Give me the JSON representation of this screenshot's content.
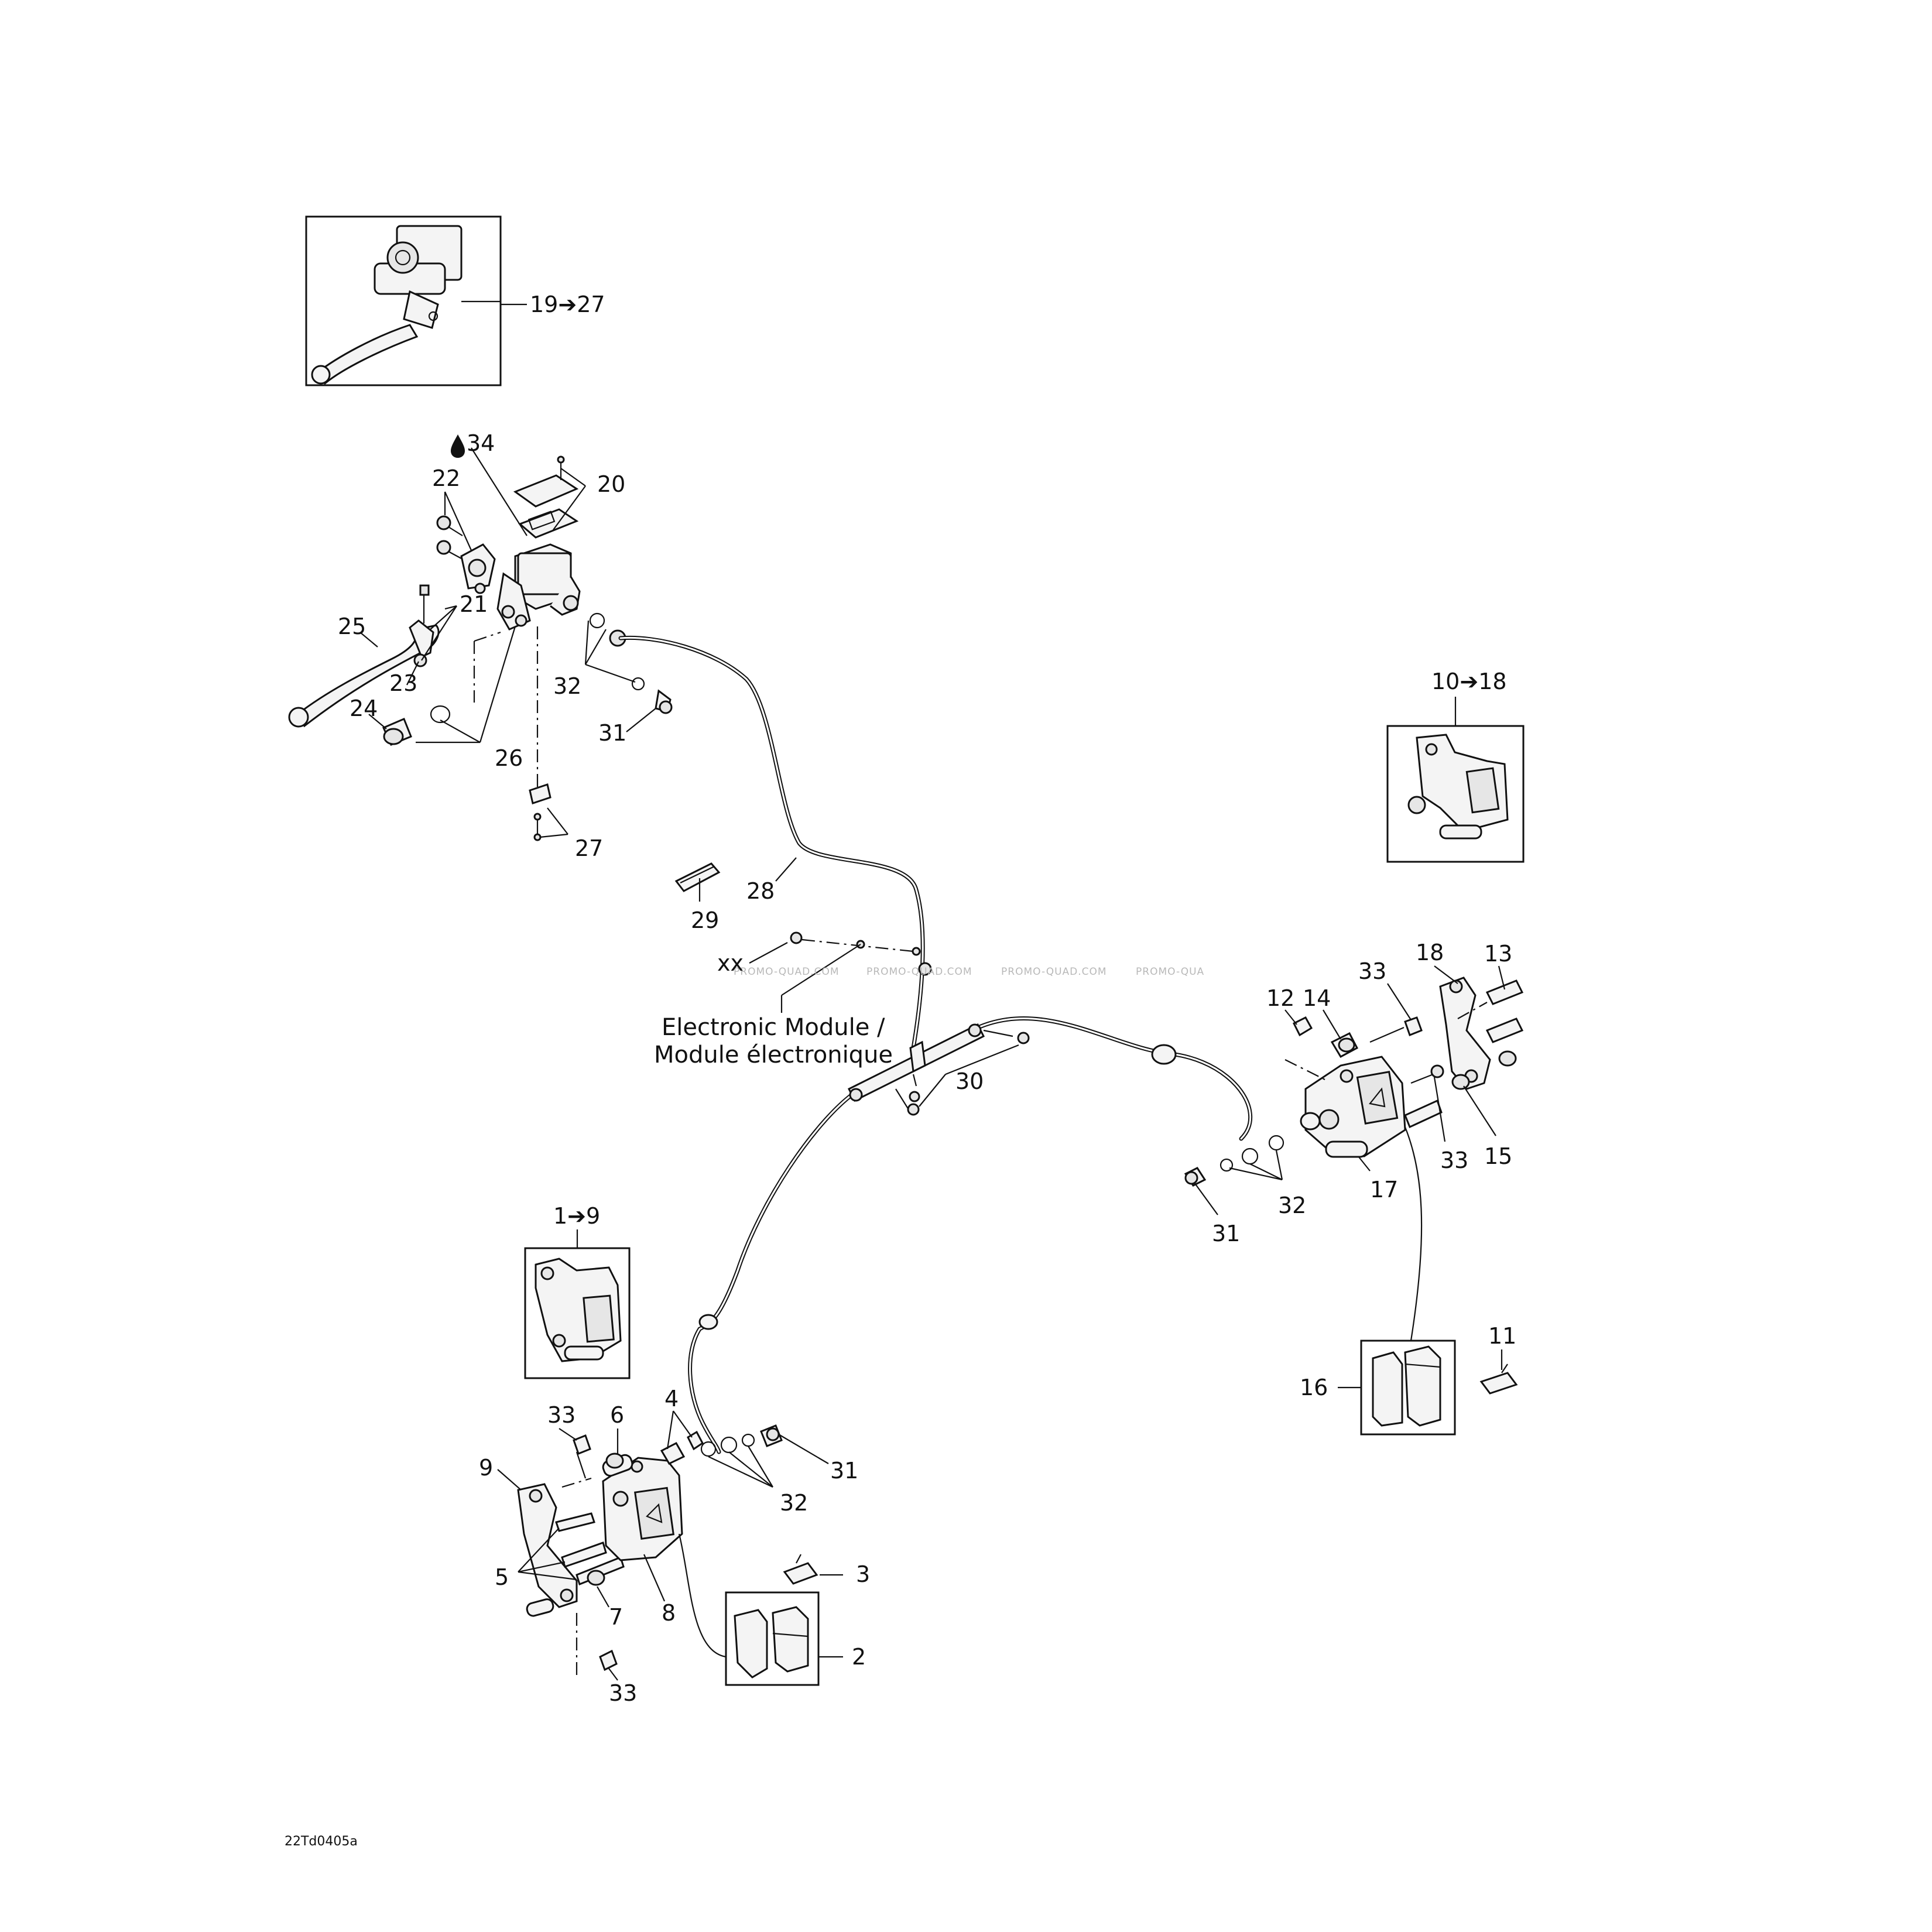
{
  "diagram": {
    "image_code": "22Td0405a",
    "watermarks": [
      "PROMO-QUAD.COM",
      "PROMO-QUAD.COM",
      "PROMO-QUAD.COM",
      "PROMO-QUA"
    ],
    "electronic_module_line1": "Electronic Module /",
    "electronic_module_line2": "Module électronique",
    "callout_xx": "xx",
    "callouts": {
      "c19_27": "19➔27",
      "c34": "34",
      "c22": "22",
      "c20": "20",
      "c21": "21",
      "c25": "25",
      "c23": "23",
      "c24": "24",
      "c26": "26",
      "c32a": "32",
      "c31a": "31",
      "c27": "27",
      "c28": "28",
      "c29": "29",
      "c10_18": "10➔18",
      "c18": "18",
      "c33a": "33",
      "c13": "13",
      "c12": "12",
      "c14": "14",
      "c30": "30",
      "c33b": "33",
      "c15": "15",
      "c17": "17",
      "c32b": "32",
      "c31b": "31",
      "c1_9": "1➔9",
      "c11": "11",
      "c16": "16",
      "c33c": "33",
      "c6": "6",
      "c4": "4",
      "c9": "9",
      "c31c": "31",
      "c32c": "32",
      "c5": "5",
      "c3": "3",
      "c7": "7",
      "c8": "8",
      "c2": "2",
      "c33d": "33"
    }
  }
}
